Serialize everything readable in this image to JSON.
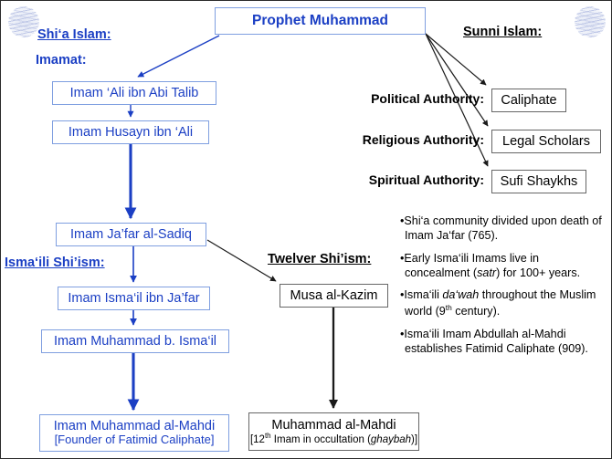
{
  "diagram": {
    "title_box": {
      "label": "Prophet Muhammad"
    },
    "shia": {
      "section_header": "Shi‘a Islam:",
      "sub_header": "Imamat:",
      "ismaili_header": "Isma‘ili Shi’ism:",
      "chain": [
        {
          "label": "Imam ‘Ali ibn Abi Talib"
        },
        {
          "label": "Imam Husayn ibn ‘Ali"
        },
        {
          "label": "Imam Ja’far al-Sadiq"
        },
        {
          "label": "Imam Isma‘il ibn Ja’far"
        },
        {
          "label": "Imam Muhammad b. Isma‘il"
        }
      ],
      "fatimid_box": {
        "line1": "Imam Muhammad al-Mahdi",
        "line2": "[Founder of Fatimid Caliphate]"
      }
    },
    "sunni": {
      "section_header": "Sunni Islam:",
      "authorities": [
        {
          "label": "Political Authority:",
          "box": "Caliphate"
        },
        {
          "label": "Religious Authority:",
          "box": "Legal Scholars"
        },
        {
          "label": "Spiritual Authority:",
          "box": "Sufi Shaykhs"
        }
      ]
    },
    "twelver": {
      "section_header": "Twelver Shi’ism:",
      "musa_box": "Musa al-Kazim",
      "mahdi_box": {
        "line1": "Muhammad al-Mahdi",
        "line2_prefix": "[12",
        "line2_sup": "th",
        "line2_middle": " Imam in occultation (",
        "line2_italic": "ghaybah",
        "line2_suffix": ")]"
      }
    },
    "notes": [
      {
        "parts": [
          {
            "text": "•Shi‘a community divided upon death of Imam Ja‘far (765).",
            "style": "normal"
          }
        ]
      },
      {
        "parts": [
          {
            "text": "•Early Isma‘ili Imams live in concealment (",
            "style": "normal"
          },
          {
            "text": "satr",
            "style": "italic"
          },
          {
            "text": ") for 100+ years.",
            "style": "normal"
          }
        ]
      },
      {
        "parts": [
          {
            "text": "•Isma‘ili ",
            "style": "normal"
          },
          {
            "text": "da‘wah",
            "style": "italic"
          },
          {
            "text": " throughout the Muslim world (9",
            "style": "normal"
          },
          {
            "text": "th",
            "style": "sup"
          },
          {
            "text": " century).",
            "style": "normal"
          }
        ]
      },
      {
        "parts": [
          {
            "text": "•Isma‘ili Imam Abdullah al-Mahdi establishes Fatimid Caliphate (909).",
            "style": "normal"
          }
        ]
      }
    ],
    "colors": {
      "shia_blue": "#1b3fc4",
      "box_blue_border": "#7f9fe0",
      "black": "#000000",
      "box_black_border": "#666666",
      "arrow_blue": "#1b3fc4",
      "arrow_black": "#1a1a1a",
      "background": "#ffffff"
    },
    "icons": {
      "ornament_left": "calligraphy-medallion-icon",
      "ornament_right": "calligraphy-medallion-icon"
    }
  }
}
